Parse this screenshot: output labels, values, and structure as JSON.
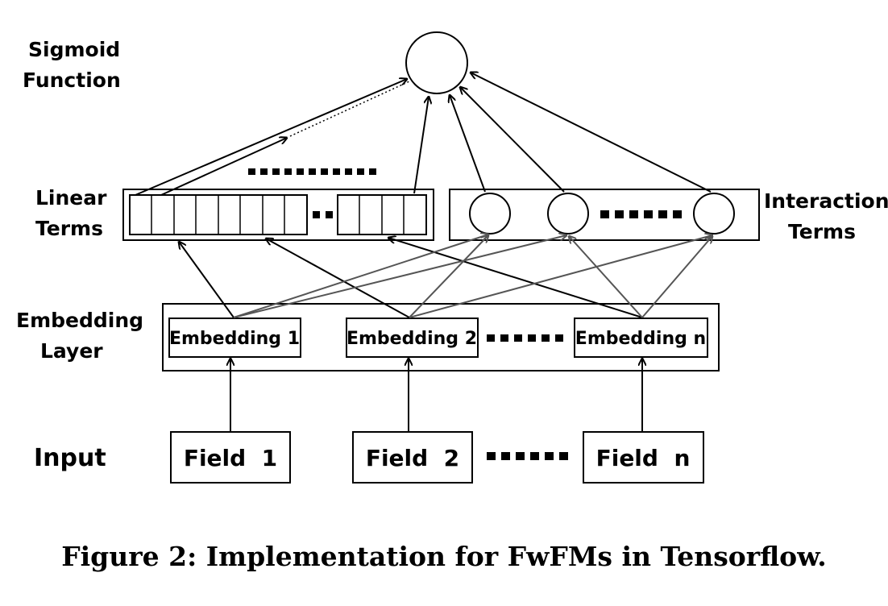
{
  "labels": {
    "sigmoid_line1": "Sigmoid",
    "sigmoid_line2": "Function",
    "linear_line1": "Linear",
    "linear_line2": "Terms",
    "interaction_line1": "Interaction",
    "interaction_line2": "Terms",
    "embedding_layer_line1": "Embedding",
    "embedding_layer_line2": "Layer",
    "input": "Input"
  },
  "embeddings": [
    "Embedding 1",
    "Embedding 2",
    "Embedding n"
  ],
  "fields": [
    "Field  1",
    "Field  2",
    "Field  n"
  ],
  "caption": "Figure 2: Implementation for FwFMs in Tensorflow.",
  "colors": {
    "stroke": "#000000",
    "gray_arrow": "#555555",
    "background": "#ffffff"
  }
}
